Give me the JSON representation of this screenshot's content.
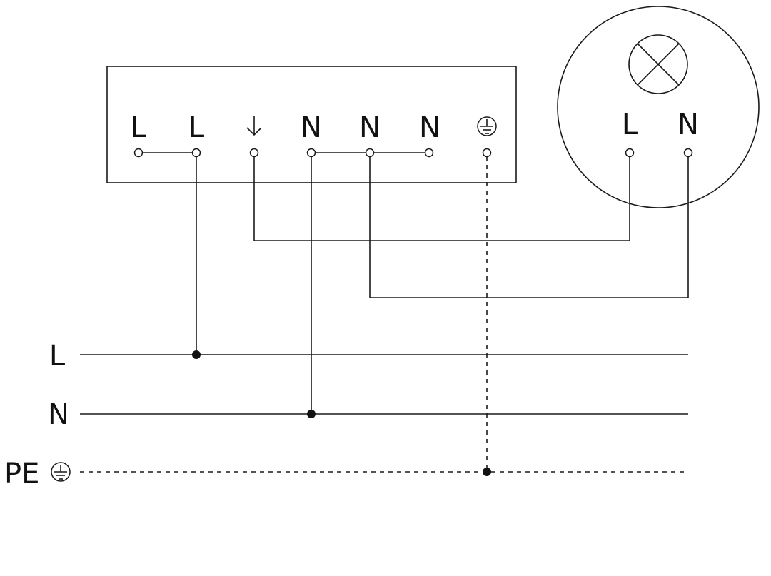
{
  "switch_box": {
    "terminals": [
      {
        "label": "L"
      },
      {
        "label": "L"
      },
      {
        "label": "↓",
        "icon": "arrow-down-icon"
      },
      {
        "label": "N"
      },
      {
        "label": "N"
      },
      {
        "label": "N"
      },
      {
        "label": "",
        "icon": "ground-icon"
      }
    ]
  },
  "lamp": {
    "icon": "lamp-icon",
    "terminals": [
      {
        "label": "L"
      },
      {
        "label": "N"
      }
    ]
  },
  "bus": {
    "lines": [
      {
        "label": "L"
      },
      {
        "label": "N"
      },
      {
        "label": "PE",
        "icon": "ground-icon"
      }
    ]
  }
}
